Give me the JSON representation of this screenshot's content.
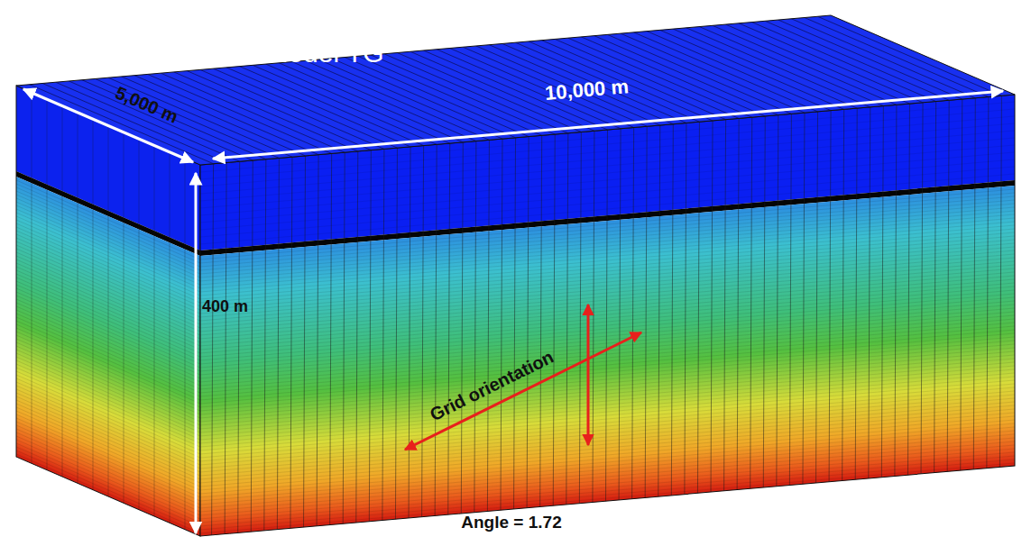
{
  "diagram": {
    "labels": [
      "Model TG",
      "5,000 m",
      "10,000 m",
      "400 m",
      "Grid orientation",
      "Angle = 1.72"
    ]
  }
}
